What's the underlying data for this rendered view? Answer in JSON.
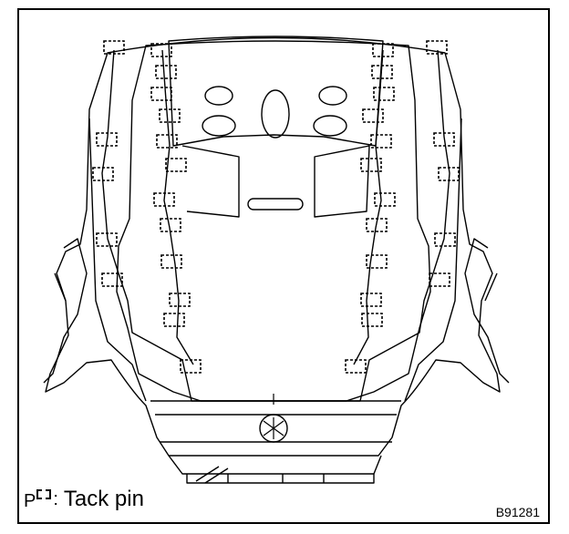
{
  "legend": {
    "symbol_letter": "P",
    "separator": ":",
    "label": "Tack pin"
  },
  "figure_code": "B91281",
  "colors": {
    "line": "#000000",
    "background": "#ffffff"
  },
  "icons": {
    "tack_pin": "tack-pin-icon"
  }
}
